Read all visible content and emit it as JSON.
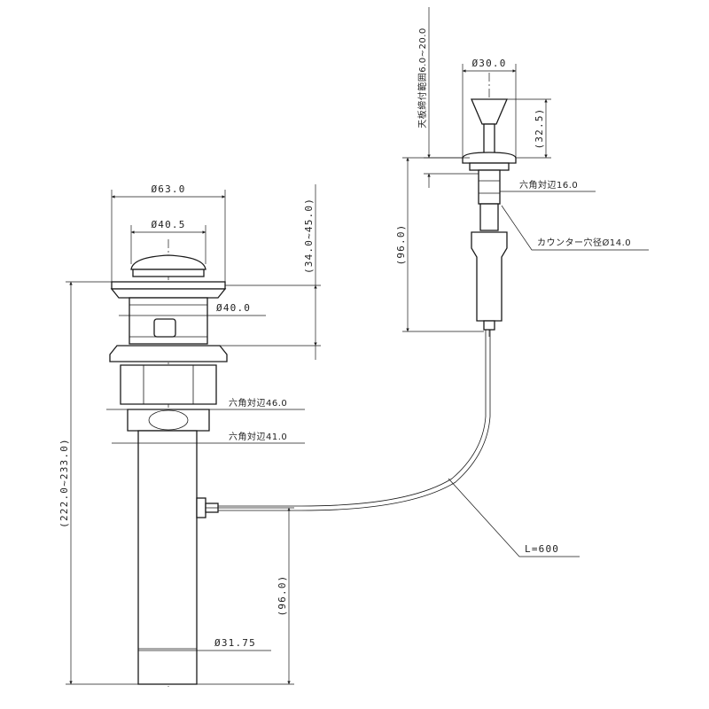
{
  "dimensions": {
    "drain_head_diameter": "Ø63.0",
    "drain_cap_diameter": "Ø40.5",
    "body_diameter": "Ø40.0",
    "counter_thickness_range": "(34.0~45.0)",
    "hex_nut_46": "六角対辺46.0",
    "hex_nut_41": "六角対辺41.0",
    "overall_height": "(222.0~233.0)",
    "tube_diameter": "Ø31.75",
    "lower_height": "(96.0)",
    "knob_diameter": "Ø30.0",
    "knob_height": "(32.5)",
    "counter_thickness_knob": "天板締付範囲6.0~20.0",
    "hex_nut_16": "六角対辺16.0",
    "counter_hole": "カウンター穴径Ø14.0",
    "knob_body_height": "(96.0)",
    "cable_length": "L=600"
  }
}
